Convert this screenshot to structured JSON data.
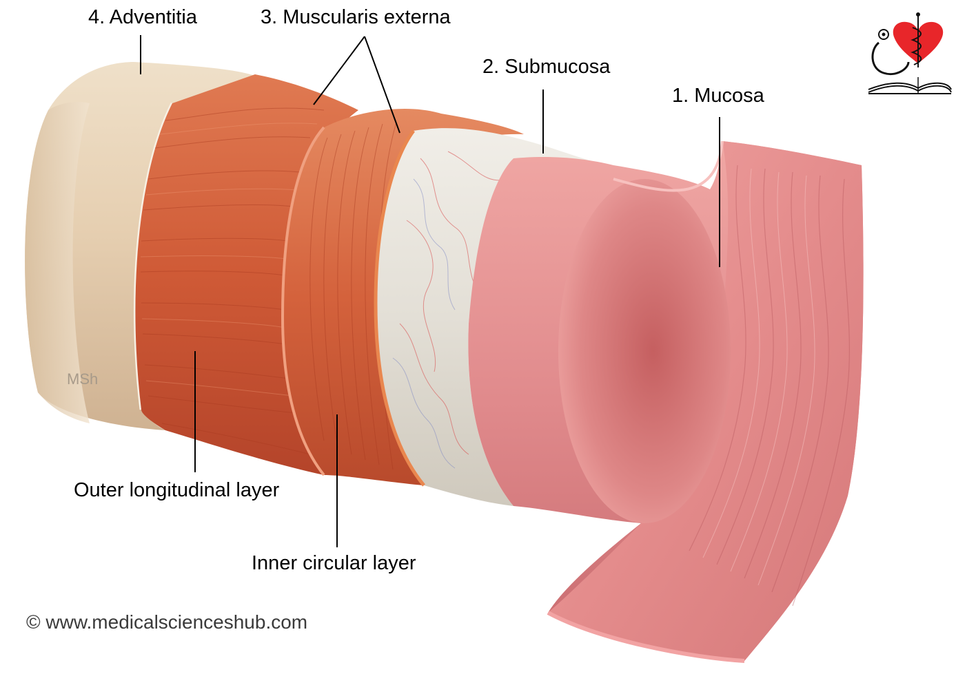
{
  "labels": {
    "adventitia": "4. Adventitia",
    "muscularis_externa": "3. Muscularis externa",
    "submucosa": "2. Submucosa",
    "mucosa": "1. Mucosa",
    "outer_longitudinal": "Outer longitudinal layer",
    "inner_circular": "Inner circular layer"
  },
  "artist_signature": "MSh",
  "copyright": "© www.medicalscienceshub.com",
  "logo": {
    "icon": "stethoscope-heart-book-logo"
  },
  "colors": {
    "adventitia": "#e8d3b8",
    "longitudinal_muscle": "#cf5a36",
    "circular_muscle": "#d4623c",
    "submucosa": "#e3dfd6",
    "mucosa": "#e08a8c",
    "logo_heart": "#e8262a"
  }
}
